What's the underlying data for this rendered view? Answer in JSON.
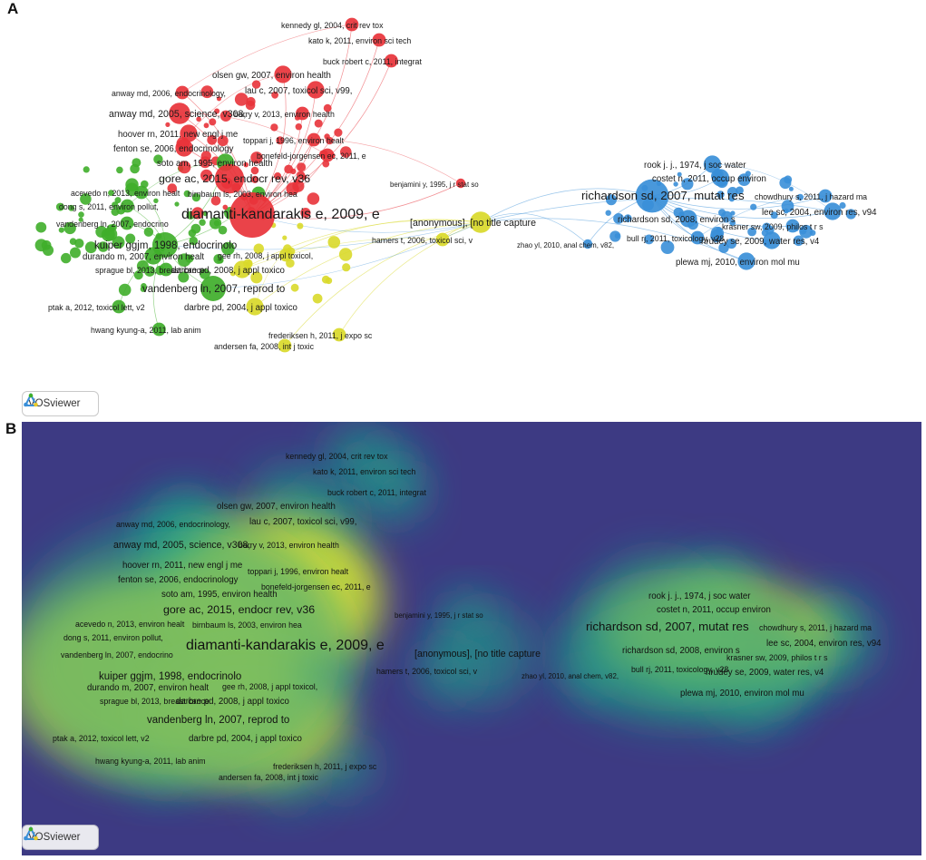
{
  "panels": {
    "a_letter": "A",
    "b_letter": "B",
    "watermark_a": "VOSviewer",
    "watermark_b": "VOSviewer"
  },
  "colors": {
    "cluster_red": "#e8333a",
    "cluster_green": "#3fae2a",
    "cluster_yellow": "#d9d92a",
    "cluster_blue": "#3a8fd8",
    "density_bg": "#3d3a83",
    "density_mid": "#1f9e89",
    "density_high": "#f0e528"
  },
  "network": {
    "nodes": [
      {
        "label": "kennedy gl, 2004, crit rev tox",
        "cluster": "red",
        "weight": 2
      },
      {
        "label": "kato k, 2011, environ sci tech",
        "cluster": "red",
        "weight": 2
      },
      {
        "label": "buck robert c, 2011, integrat",
        "cluster": "red",
        "weight": 2
      },
      {
        "label": "olsen gw, 2007, environ health",
        "cluster": "red",
        "weight": 3
      },
      {
        "label": "lau c, 2007, toxicol sci, v99,",
        "cluster": "red",
        "weight": 3
      },
      {
        "label": "anway md, 2006, endocrinology,",
        "cluster": "red",
        "weight": 2
      },
      {
        "label": "anway md, 2005, science, v308,",
        "cluster": "red",
        "weight": 4
      },
      {
        "label": "barry v, 2013, environ health",
        "cluster": "red",
        "weight": 2
      },
      {
        "label": "hoover rn, 2011, new engl j me",
        "cluster": "red",
        "weight": 3
      },
      {
        "label": "toppari j, 1996, environ healt",
        "cluster": "red",
        "weight": 2
      },
      {
        "label": "fenton se, 2006, endocrinology",
        "cluster": "red",
        "weight": 3
      },
      {
        "label": "bonefeld-jorgensen ec, 2011, e",
        "cluster": "red",
        "weight": 2
      },
      {
        "label": "soto am, 1995, environ health",
        "cluster": "green",
        "weight": 3
      },
      {
        "label": "gore ac, 2015, endocr rev, v36",
        "cluster": "red",
        "weight": 6
      },
      {
        "label": "benjamini y, 1995, j r stat so",
        "cluster": "red",
        "weight": 1
      },
      {
        "label": "acevedo n, 2013, environ healt",
        "cluster": "green",
        "weight": 2
      },
      {
        "label": "birnbaum ls, 2003, environ hea",
        "cluster": "green",
        "weight": 2
      },
      {
        "label": "dong s, 2011, environ pollut,",
        "cluster": "green",
        "weight": 2
      },
      {
        "label": "diamanti-kandarakis e, 2009, e",
        "cluster": "red",
        "weight": 10
      },
      {
        "label": "vandenberg ln, 2007, endocrino",
        "cluster": "green",
        "weight": 2
      },
      {
        "label": "[anonymous], [no title capture",
        "cluster": "yellow",
        "weight": 4
      },
      {
        "label": "hamers t, 2006, toxicol sci, v",
        "cluster": "yellow",
        "weight": 2
      },
      {
        "label": "kuiper ggjm, 1998, endocrinolo",
        "cluster": "green",
        "weight": 5
      },
      {
        "label": "durando m, 2007, environ healt",
        "cluster": "green",
        "weight": 3
      },
      {
        "label": "gee rh, 2008, j appl toxicol,",
        "cluster": "yellow",
        "weight": 2
      },
      {
        "label": "sprague bl, 2013, breast cance",
        "cluster": "green",
        "weight": 2
      },
      {
        "label": "darbre pd, 2008, j appl toxico",
        "cluster": "yellow",
        "weight": 3
      },
      {
        "label": "vandenberg ln, 2007, reprod to",
        "cluster": "green",
        "weight": 5
      },
      {
        "label": "ptak a, 2012, toxicol lett, v2",
        "cluster": "green",
        "weight": 2
      },
      {
        "label": "darbre pd, 2004, j appl toxico",
        "cluster": "yellow",
        "weight": 3
      },
      {
        "label": "hwang kyung-a, 2011, lab anim",
        "cluster": "green",
        "weight": 2
      },
      {
        "label": "frederiksen h, 2011, j expo sc",
        "cluster": "yellow",
        "weight": 2
      },
      {
        "label": "andersen fa, 2008, int j toxic",
        "cluster": "yellow",
        "weight": 2
      },
      {
        "label": "rook j. j., 1974, j soc water",
        "cluster": "blue",
        "weight": 3
      },
      {
        "label": "costet n, 2011, occup environ",
        "cluster": "blue",
        "weight": 3
      },
      {
        "label": "richardson sd, 2007, mutat res",
        "cluster": "blue",
        "weight": 7
      },
      {
        "label": "chowdhury s, 2011, j hazard ma",
        "cluster": "blue",
        "weight": 2
      },
      {
        "label": "richardson sd, 2008, environ s",
        "cluster": "blue",
        "weight": 3
      },
      {
        "label": "lee sc, 2004, environ res, v94",
        "cluster": "blue",
        "weight": 3
      },
      {
        "label": "krasner sw, 2009, philos t r s",
        "cluster": "blue",
        "weight": 2
      },
      {
        "label": "zhao yl, 2010, anal chem, v82,",
        "cluster": "blue",
        "weight": 1
      },
      {
        "label": "bull rj, 2011, toxicology, v28",
        "cluster": "blue",
        "weight": 2
      },
      {
        "label": "hrudey se, 2009, water res, v4",
        "cluster": "blue",
        "weight": 3
      },
      {
        "label": "plewa mj, 2010, environ mol mu",
        "cluster": "blue",
        "weight": 3
      }
    ]
  }
}
